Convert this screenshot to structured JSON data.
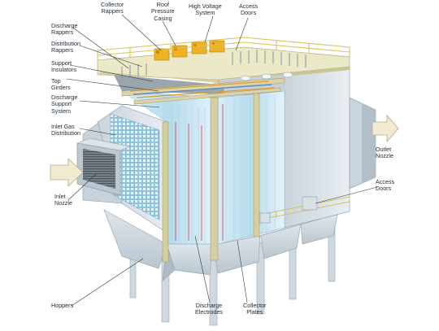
{
  "labels": {
    "collector_rappers": [
      "Collector",
      "Rappers"
    ],
    "roof_pressure_casing": [
      "Roof",
      "Pressure",
      "Casing"
    ],
    "high_voltage_system": [
      "High Voltage",
      "System"
    ],
    "access_doors_top": [
      "Access",
      "Doors"
    ],
    "discharge_rappers": [
      "Discharge",
      "Rappers"
    ],
    "distribution_rappers": [
      "Distribution",
      "Rappers"
    ],
    "support_insulators": [
      "Support",
      "Insulators"
    ],
    "top_girders": [
      "Top",
      "Girders"
    ],
    "discharge_support_system": [
      "Discharge",
      "Support",
      "System"
    ],
    "inlet_gas_distribution": [
      "Inlet Gas",
      "Distribution"
    ],
    "inlet_nozzle": [
      "Inlet",
      "Nozzle"
    ],
    "hoppers": [
      "Hoppers"
    ],
    "discharge_electrodes": [
      "Discharge",
      "Electrodes"
    ],
    "collector_plates": [
      "Collector",
      "Plates"
    ],
    "outlet_nozzle": [
      "Outlet",
      "Nozzle"
    ],
    "access_doors_side": [
      "Access",
      "Doors"
    ]
  },
  "colors": {
    "casing": "#d6dfe6",
    "casing_dark": "#aebcc7",
    "casing_light": "#eef2f5",
    "roof_cream": "#ece9c8",
    "railing": "#d8c25a",
    "transformer": "#f0b223",
    "plates_blue": "#bfe0ee",
    "electrode_red": "#d8404a",
    "leader": "#2d3a44",
    "arrow_fill": "#f1ead1"
  }
}
